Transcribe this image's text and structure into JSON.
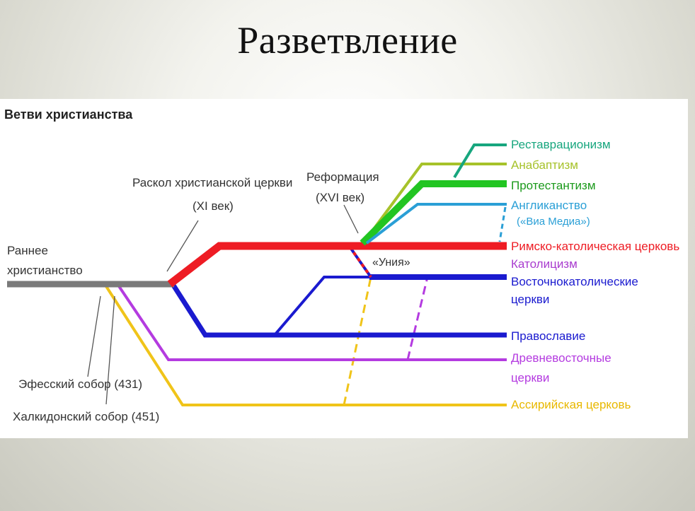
{
  "slide": {
    "title": "Разветвление"
  },
  "diagram": {
    "heading": "Ветви христианства",
    "early_label_1": "Раннее",
    "early_label_2": "христианство",
    "schism_label": "Раскол христианской церкви",
    "schism_date": "(XI век)",
    "reformation_label": "Реформация",
    "reformation_date": "(XVI век)",
    "unia_label": "«Уния»",
    "ephesus_label": "Эфесский собор (431)",
    "chalcedon_label": "Халкидонский собор (451)",
    "branches": {
      "restorationism": "Реставрационизм",
      "anabaptism": "Анабаптизм",
      "protestantism": "Протестантизм",
      "anglicanism": "Англиканство",
      "via_media": "(«Виа Медиа»)",
      "roman_catholic": "Римско-католическая церковь",
      "catholicism": "Католицизм",
      "eastern_catholic_1": "Восточнокатолические",
      "eastern_catholic_2": "церкви",
      "orthodoxy": "Православие",
      "oriental_1": "Древневосточные",
      "oriental_2": "церкви",
      "assyrian": "Ассирийская церковь"
    },
    "colors": {
      "early": "#7a7a7a",
      "catholic": "#ee1c24",
      "catholicism_text": "#a93ccf",
      "orthodox": "#1a1acf",
      "oriental": "#b43be0",
      "assyrian": "#f0c419",
      "protestant": "#22c522",
      "anabaptist": "#a6c22a",
      "restoration": "#17a67e",
      "anglican": "#2a9fd6"
    }
  }
}
